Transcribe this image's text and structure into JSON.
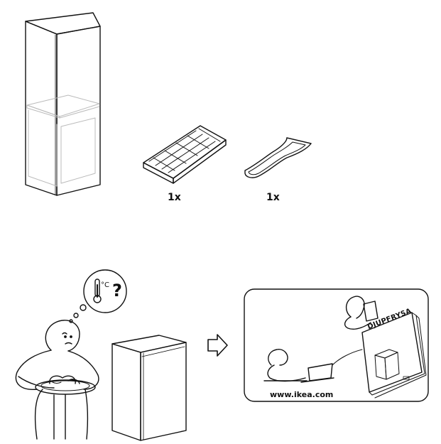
{
  "accessories": {
    "ice_tray_qty": "1x",
    "scraper_qty": "1x"
  },
  "thought": {
    "temperature_unit": "°C",
    "question_mark": "?"
  },
  "info_panel": {
    "manual_title": "DJUPFRYSA",
    "website": "www.ikea.com"
  },
  "colors": {
    "line": "#111111",
    "shelf_line": "#bbbbbb"
  }
}
